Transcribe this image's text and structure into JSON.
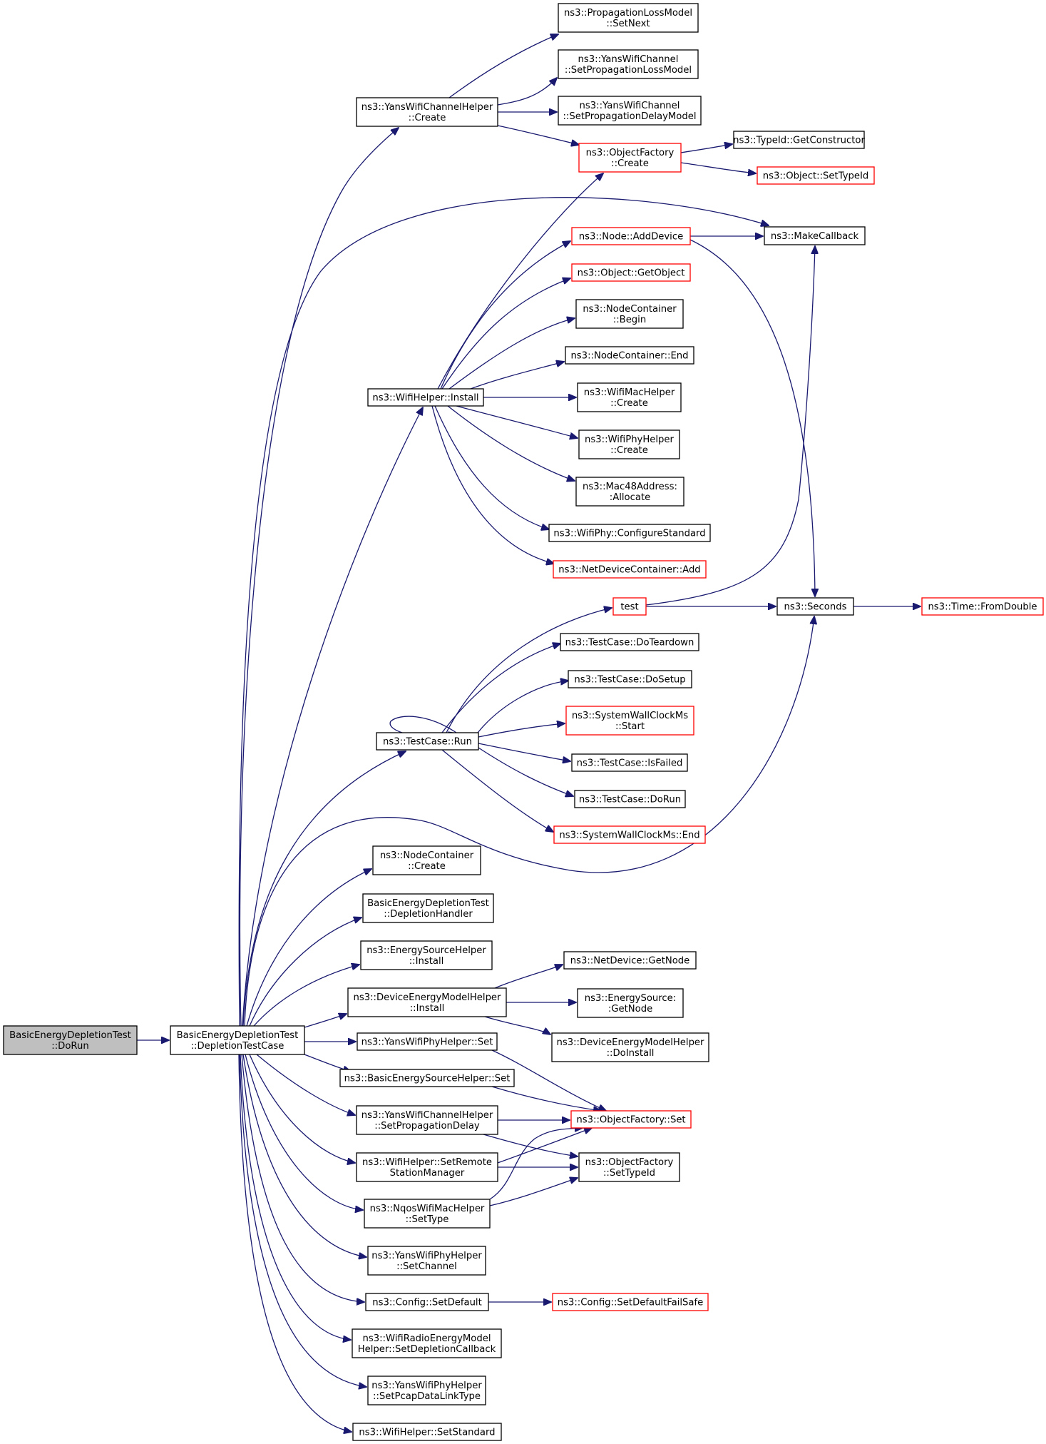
{
  "colors": {
    "edge": "#191970",
    "node_border": "#000000",
    "node_border_truncated": "#ff0000",
    "focus_fill": "#bfbfbf",
    "node_fill": "#ffffff"
  },
  "diagram": {
    "nodes": [
      {
        "id": "dorun",
        "lines": [
          "BasicEnergyDepletionTest",
          "::DoRun"
        ],
        "style": "focus"
      },
      {
        "id": "dtc",
        "lines": [
          "BasicEnergyDepletionTest",
          "::DepletionTestCase"
        ],
        "style": "normal"
      },
      {
        "id": "ywch_create",
        "lines": [
          "ns3::YansWifiChannelHelper",
          "::Create"
        ],
        "style": "normal"
      },
      {
        "id": "plm_setnext",
        "lines": [
          "ns3::PropagationLossModel",
          "::SetNext"
        ],
        "style": "normal"
      },
      {
        "id": "ywc_setplm",
        "lines": [
          "ns3::YansWifiChannel",
          "::SetPropagationLossModel"
        ],
        "style": "normal"
      },
      {
        "id": "ywc_setpdm",
        "lines": [
          "ns3::YansWifiChannel",
          "::SetPropagationDelayModel"
        ],
        "style": "normal"
      },
      {
        "id": "of_create",
        "lines": [
          "ns3::ObjectFactory",
          "::Create"
        ],
        "style": "truncated"
      },
      {
        "id": "typeid_getctor",
        "lines": [
          "ns3::TypeId::GetConstructor"
        ],
        "style": "normal"
      },
      {
        "id": "obj_settypeid",
        "lines": [
          "ns3::Object::SetTypeId"
        ],
        "style": "truncated"
      },
      {
        "id": "node_adddevice",
        "lines": [
          "ns3::Node::AddDevice"
        ],
        "style": "truncated"
      },
      {
        "id": "makecallback",
        "lines": [
          "ns3::MakeCallback"
        ],
        "style": "normal"
      },
      {
        "id": "obj_getobject",
        "lines": [
          "ns3::Object::GetObject"
        ],
        "style": "truncated"
      },
      {
        "id": "nc_begin",
        "lines": [
          "ns3::NodeContainer",
          "::Begin"
        ],
        "style": "normal"
      },
      {
        "id": "nc_end",
        "lines": [
          "ns3::NodeContainer::End"
        ],
        "style": "normal"
      },
      {
        "id": "wh_install",
        "lines": [
          "ns3::WifiHelper::Install"
        ],
        "style": "normal"
      },
      {
        "id": "wmh_create",
        "lines": [
          "ns3::WifiMacHelper",
          "::Create"
        ],
        "style": "normal"
      },
      {
        "id": "wph_create",
        "lines": [
          "ns3::WifiPhyHelper",
          "::Create"
        ],
        "style": "normal"
      },
      {
        "id": "mac48_alloc",
        "lines": [
          "ns3::Mac48Address:",
          ":Allocate"
        ],
        "style": "normal"
      },
      {
        "id": "wp_configstd",
        "lines": [
          "ns3::WifiPhy::ConfigureStandard"
        ],
        "style": "normal"
      },
      {
        "id": "ndc_add",
        "lines": [
          "ns3::NetDeviceContainer::Add"
        ],
        "style": "truncated"
      },
      {
        "id": "test",
        "lines": [
          "test"
        ],
        "style": "truncated"
      },
      {
        "id": "seconds",
        "lines": [
          "ns3::Seconds"
        ],
        "style": "normal"
      },
      {
        "id": "time_fromdouble",
        "lines": [
          "ns3::Time::FromDouble"
        ],
        "style": "truncated"
      },
      {
        "id": "tc_doteardown",
        "lines": [
          "ns3::TestCase::DoTeardown"
        ],
        "style": "normal"
      },
      {
        "id": "tc_dosetup",
        "lines": [
          "ns3::TestCase::DoSetup"
        ],
        "style": "normal"
      },
      {
        "id": "swcm_start",
        "lines": [
          "ns3::SystemWallClockMs",
          "::Start"
        ],
        "style": "truncated"
      },
      {
        "id": "tc_run",
        "lines": [
          "ns3::TestCase::Run"
        ],
        "style": "normal"
      },
      {
        "id": "tc_isfailed",
        "lines": [
          "ns3::TestCase::IsFailed"
        ],
        "style": "normal"
      },
      {
        "id": "tc_dorun",
        "lines": [
          "ns3::TestCase::DoRun"
        ],
        "style": "normal"
      },
      {
        "id": "swcm_end",
        "lines": [
          "ns3::SystemWallClockMs::End"
        ],
        "style": "truncated"
      },
      {
        "id": "nc_create",
        "lines": [
          "ns3::NodeContainer",
          "::Create"
        ],
        "style": "normal"
      },
      {
        "id": "bedt_handler",
        "lines": [
          "BasicEnergyDepletionTest",
          "::DepletionHandler"
        ],
        "style": "normal"
      },
      {
        "id": "esh_install",
        "lines": [
          "ns3::EnergySourceHelper",
          "::Install"
        ],
        "style": "normal"
      },
      {
        "id": "demh_install",
        "lines": [
          "ns3::DeviceEnergyModelHelper",
          "::Install"
        ],
        "style": "normal"
      },
      {
        "id": "nd_getnode",
        "lines": [
          "ns3::NetDevice::GetNode"
        ],
        "style": "normal"
      },
      {
        "id": "es_getnode",
        "lines": [
          "ns3::EnergySource:",
          ":GetNode"
        ],
        "style": "normal"
      },
      {
        "id": "demh_doinstall",
        "lines": [
          "ns3::DeviceEnergyModelHelper",
          "::DoInstall"
        ],
        "style": "normal"
      },
      {
        "id": "ywph_set",
        "lines": [
          "ns3::YansWifiPhyHelper::Set"
        ],
        "style": "normal"
      },
      {
        "id": "besh_set",
        "lines": [
          "ns3::BasicEnergySourceHelper::Set"
        ],
        "style": "normal"
      },
      {
        "id": "ywch_setpd",
        "lines": [
          "ns3::YansWifiChannelHelper",
          "::SetPropagationDelay"
        ],
        "style": "normal"
      },
      {
        "id": "of_set",
        "lines": [
          "ns3::ObjectFactory::Set"
        ],
        "style": "truncated"
      },
      {
        "id": "wh_setrsm",
        "lines": [
          "ns3::WifiHelper::SetRemote",
          "StationManager"
        ],
        "style": "normal"
      },
      {
        "id": "of_settypeid",
        "lines": [
          "ns3::ObjectFactory",
          "::SetTypeId"
        ],
        "style": "normal"
      },
      {
        "id": "nqos_settype",
        "lines": [
          "ns3::NqosWifiMacHelper",
          "::SetType"
        ],
        "style": "normal"
      },
      {
        "id": "ywph_setchannel",
        "lines": [
          "ns3::YansWifiPhyHelper",
          "::SetChannel"
        ],
        "style": "normal"
      },
      {
        "id": "config_setdefault",
        "lines": [
          "ns3::Config::SetDefault"
        ],
        "style": "normal"
      },
      {
        "id": "config_setdefaultfs",
        "lines": [
          "ns3::Config::SetDefaultFailSafe"
        ],
        "style": "truncated"
      },
      {
        "id": "wremh_setcb",
        "lines": [
          "ns3::WifiRadioEnergyModel",
          "Helper::SetDepletionCallback"
        ],
        "style": "normal"
      },
      {
        "id": "ywph_setpcap",
        "lines": [
          "ns3::YansWifiPhyHelper",
          "::SetPcapDataLinkType"
        ],
        "style": "normal"
      },
      {
        "id": "wh_setstandard",
        "lines": [
          "ns3::WifiHelper::SetStandard"
        ],
        "style": "normal"
      }
    ]
  }
}
